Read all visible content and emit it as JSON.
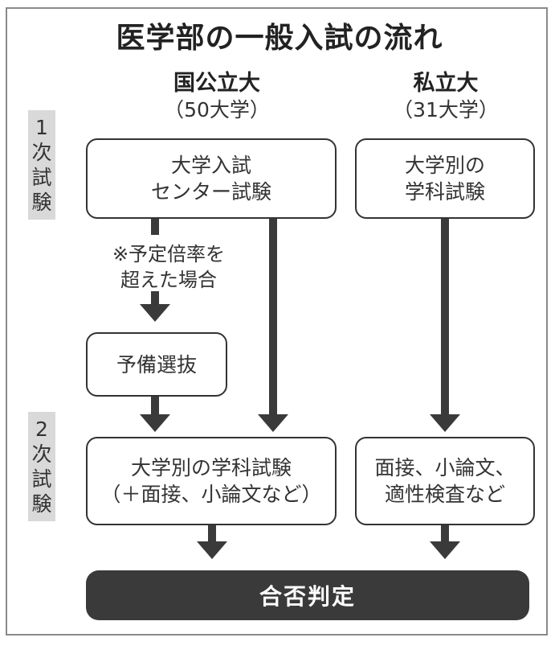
{
  "title": "医学部の一般入試の流れ",
  "columns": {
    "public": {
      "heading": "国公立大",
      "count": "（50大学）"
    },
    "private": {
      "heading": "私立大",
      "count": "（31大学）"
    }
  },
  "stages": {
    "first": [
      "1",
      "次",
      "試",
      "験"
    ],
    "second": [
      "2",
      "次",
      "試",
      "験"
    ]
  },
  "boxes": {
    "center_exam": [
      "大学入試",
      "センター試験"
    ],
    "private_first": [
      "大学別の",
      "学科試験"
    ],
    "preliminary": [
      "予備選抜"
    ],
    "public_second": [
      "大学別の学科試験",
      "（＋面接、小論文など）"
    ],
    "private_second": [
      "面接、小論文、",
      "適性検査など"
    ]
  },
  "note": [
    "※予定倍率を",
    "超えた場合"
  ],
  "result": "合否判定",
  "colors": {
    "arrow": "#3a3a3a",
    "stage_bg": "#d9d9d9",
    "result_bg": "#3a3a3a",
    "border": "#8a8a8a"
  }
}
